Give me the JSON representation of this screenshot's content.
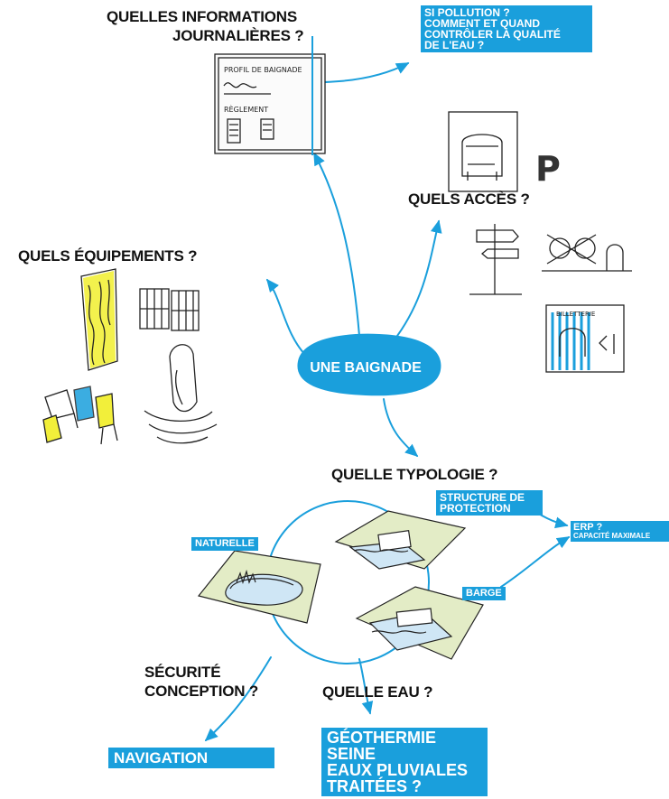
{
  "center_label": "UNE BAIGNADE",
  "questions": {
    "informations_l1": "QUELLES INFORMATIONS",
    "informations_l2": "JOURNALIÈRES ?",
    "acces": "QUELS ACCÈS ?",
    "equipements": "QUELS ÉQUIPEMENTS ?",
    "typologie": "QUELLE TYPOLOGIE ?",
    "securite_l1": "SÉCURITÉ",
    "securite_l2": "CONCEPTION ?",
    "eau": "QUELLE EAU ?"
  },
  "tags": {
    "pollution": [
      "SI POLLUTION ?",
      "COMMENT ET QUAND",
      "CONTRÔLER LA QUALITÉ",
      "DE L'EAU ?"
    ],
    "structure": [
      "STRUCTURE DE",
      "PROTECTION"
    ],
    "erp": [
      "ERP ?",
      "CAPACITÉ MAXIMALE"
    ],
    "naturelle": "NATURELLE",
    "barge": "BARGE",
    "navigation": "NAVIGATION",
    "eau_types": [
      "GÉOTHERMIE",
      "SEINE",
      "EAUX PLUVIALES",
      "TRAITÉES ?"
    ]
  },
  "sketch_labels": {
    "profil": "PROFIL DE BAIGNADE",
    "reglement": "RÈGLEMENT",
    "billetterie": "BILLETTERIE",
    "parking": "P"
  },
  "colors": {
    "accent": "#1a9fdc",
    "highlight_yellow": "#f2ef3a",
    "ink": "#111111",
    "land": "#e3ecc6"
  }
}
